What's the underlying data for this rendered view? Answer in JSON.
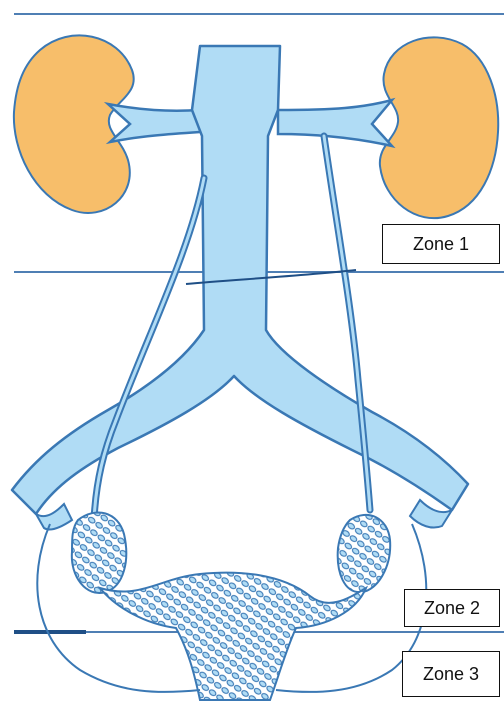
{
  "colors": {
    "kidney": "#f7be6a",
    "vessel_fill": "#b0dcf5",
    "vessel_stroke": "#3a78b4",
    "zone_line": "#4f7fb4",
    "dark_line": "#1f4f86"
  },
  "zones": [
    {
      "label": "Zone 1"
    },
    {
      "label": "Zone 2"
    },
    {
      "label": "Zone 3"
    }
  ]
}
